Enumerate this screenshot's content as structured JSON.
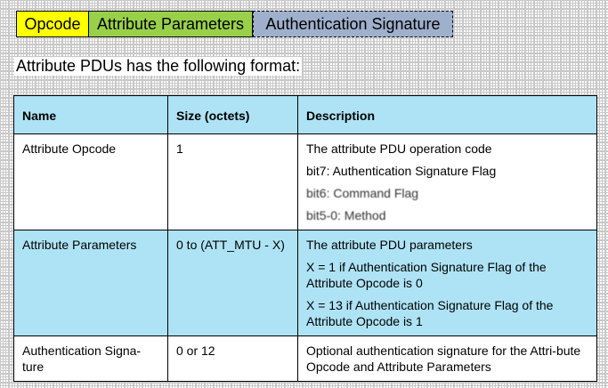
{
  "packet_format": {
    "fields": [
      "Opcode",
      "Attribute Parameters",
      "Authentication Signature"
    ]
  },
  "intro_text": "Attribute PDUs has the following format:",
  "table": {
    "headers": [
      "Name",
      "Size (octets)",
      "Description"
    ],
    "rows": [
      {
        "name": "Attribute Opcode",
        "size": "1",
        "description": [
          "The attribute PDU operation code",
          "bit7: Authentication Signature Flag",
          "bit6: Command Flag",
          "bit5-0: Method"
        ]
      },
      {
        "name": "Attribute Parameters",
        "size": "0 to (ATT_MTU - X)",
        "description": [
          "The attribute PDU parameters",
          "X = 1 if Authentication Signature Flag of the Attribute Opcode is 0",
          "X = 13 if Authentication Signature Flag of the Attribute Opcode is 1"
        ]
      },
      {
        "name": "Authentication Signa-ture",
        "size": "0 or 12",
        "description": [
          "Optional authentication signature for the Attri-bute Opcode and Attribute Parameters"
        ]
      }
    ]
  },
  "colors": {
    "opcode_field": "#ffff00",
    "params_field": "#99d04a",
    "signature_field": "#9fb0cc",
    "table_header": "#aee3f5"
  }
}
